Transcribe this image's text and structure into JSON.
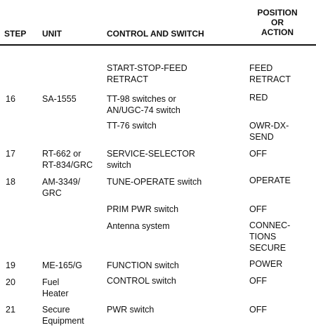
{
  "headers": {
    "step": "STEP",
    "unit": "UNIT",
    "control": "CONTROL AND SWITCH",
    "position": "POSITION\nOR\nACTION"
  },
  "rows": [
    {
      "step": "",
      "unit": "",
      "control": "START-STOP-FEED\nRETRACT",
      "action": "FEED\nRETRACT"
    },
    {
      "step": "16",
      "unit": "SA-1555",
      "control": "TT-98 switches or\nAN/UGC-74 switch",
      "action": "RED"
    },
    {
      "step": "",
      "unit": "",
      "control": "TT-76 switch",
      "action": "OWR-DX-\nSEND"
    },
    {
      "step": "17",
      "unit": "RT-662 or\nRT-834/GRC",
      "control": "SERVICE-SELECTOR\nswitch",
      "action": "OFF"
    },
    {
      "step": "18",
      "unit": "AM-3349/\nGRC",
      "control": "TUNE-OPERATE switch",
      "action": "OPERATE"
    },
    {
      "step": "",
      "unit": "",
      "control": "PRIM PWR switch",
      "action": "OFF"
    },
    {
      "step": "",
      "unit": "",
      "control": "Antenna system",
      "action": "CONNEC-\nTIONS\nSECURE"
    },
    {
      "step": "19",
      "unit": "ME-165/G",
      "control": "FUNCTION switch",
      "action": "POWER"
    },
    {
      "step": "20",
      "unit": "Fuel\nHeater",
      "control": "CONTROL switch",
      "action": "OFF"
    },
    {
      "step": "21",
      "unit": "Secure\nEquipment",
      "control": "PWR switch",
      "action": "OFF"
    }
  ]
}
